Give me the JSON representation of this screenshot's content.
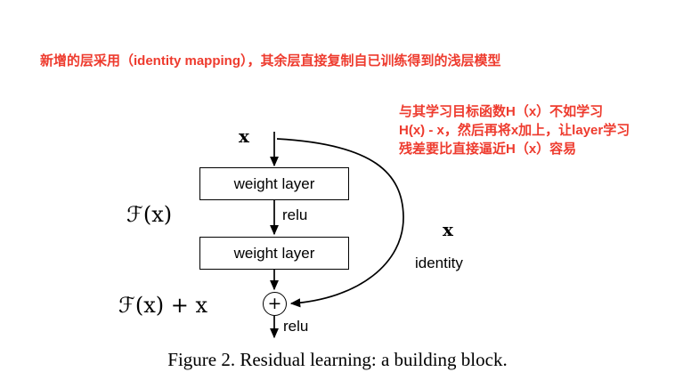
{
  "page": {
    "background": "#ffffff"
  },
  "annotations": {
    "color": "#ee3b2e",
    "top_note": "新增的层采用（identity mapping），其余层直接复制自已训练得到的浅层模型",
    "right_note_lines": [
      "与其学习目标函数H（x）不如学习",
      "H(x) - x，然后再将x加上，让layer学习",
      "残差要比直接逼近H（x）容易"
    ]
  },
  "diagram": {
    "input_label": "x",
    "weight_layer_1": "weight layer",
    "relu_middle": "relu",
    "residual_function_label": "ℱ(x)",
    "weight_layer_2": "weight layer",
    "identity_x_label": "x",
    "identity_label": "identity",
    "sum_symbol": "+",
    "output_label": "ℱ(x) + x",
    "relu_bottom": "relu"
  },
  "caption": "Figure 2. Residual learning: a building block."
}
